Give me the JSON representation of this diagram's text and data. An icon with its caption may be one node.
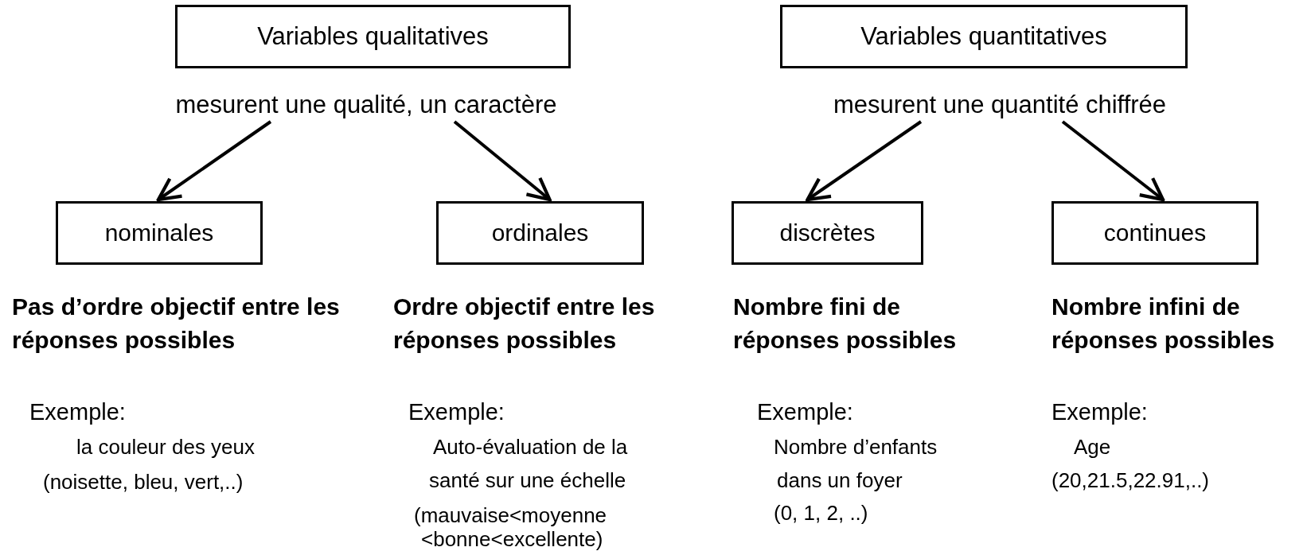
{
  "diagram": {
    "nodes": [
      {
        "text": [
          "Variables qualitatives"
        ]
      },
      {
        "text": [
          "mesurent une qualité, un caractère"
        ]
      },
      {
        "text": [
          "Variables quantitatives"
        ]
      },
      {
        "text": [
          "mesurent une quantité chiffrée"
        ]
      },
      {
        "text": [
          "nominales"
        ],
        "beside": [
          "Pas d’ordre objectif entre les réponses possibles"
        ]
      },
      {
        "text": [
          "ordinales"
        ],
        "beside": [
          "Ordre objectif entre les réponses possibles"
        ]
      },
      {
        "text": [
          "discrètes"
        ],
        "beside": [
          "Nombre fini de réponses possibles"
        ]
      },
      {
        "text": [
          "continues"
        ],
        "beside": [
          "Nombre infini de réponses possibles"
        ]
      }
    ],
    "edges": [
      {
        "from": 1,
        "to": 4,
        "arrow": "to"
      },
      {
        "from": 1,
        "to": 5,
        "arrow": "to"
      },
      {
        "from": 3,
        "to": 6,
        "arrow": "to"
      },
      {
        "from": 3,
        "to": 7,
        "arrow": "to"
      }
    ],
    "labels": [
      "Exemple:",
      "la couleur des yeux",
      "(noisette, bleu, vert,..)",
      "Exemple:",
      "Auto-évaluation de la",
      "santé sur une échelle",
      "(mauvaise<moyenne",
      "<bonne<excellente)",
      "Exemple:",
      "Nombre d’enfants",
      "dans un foyer",
      "(0, 1, 2, ..)",
      "Exemple:",
      "Age",
      "(20,21.5,22.91,..)"
    ]
  }
}
